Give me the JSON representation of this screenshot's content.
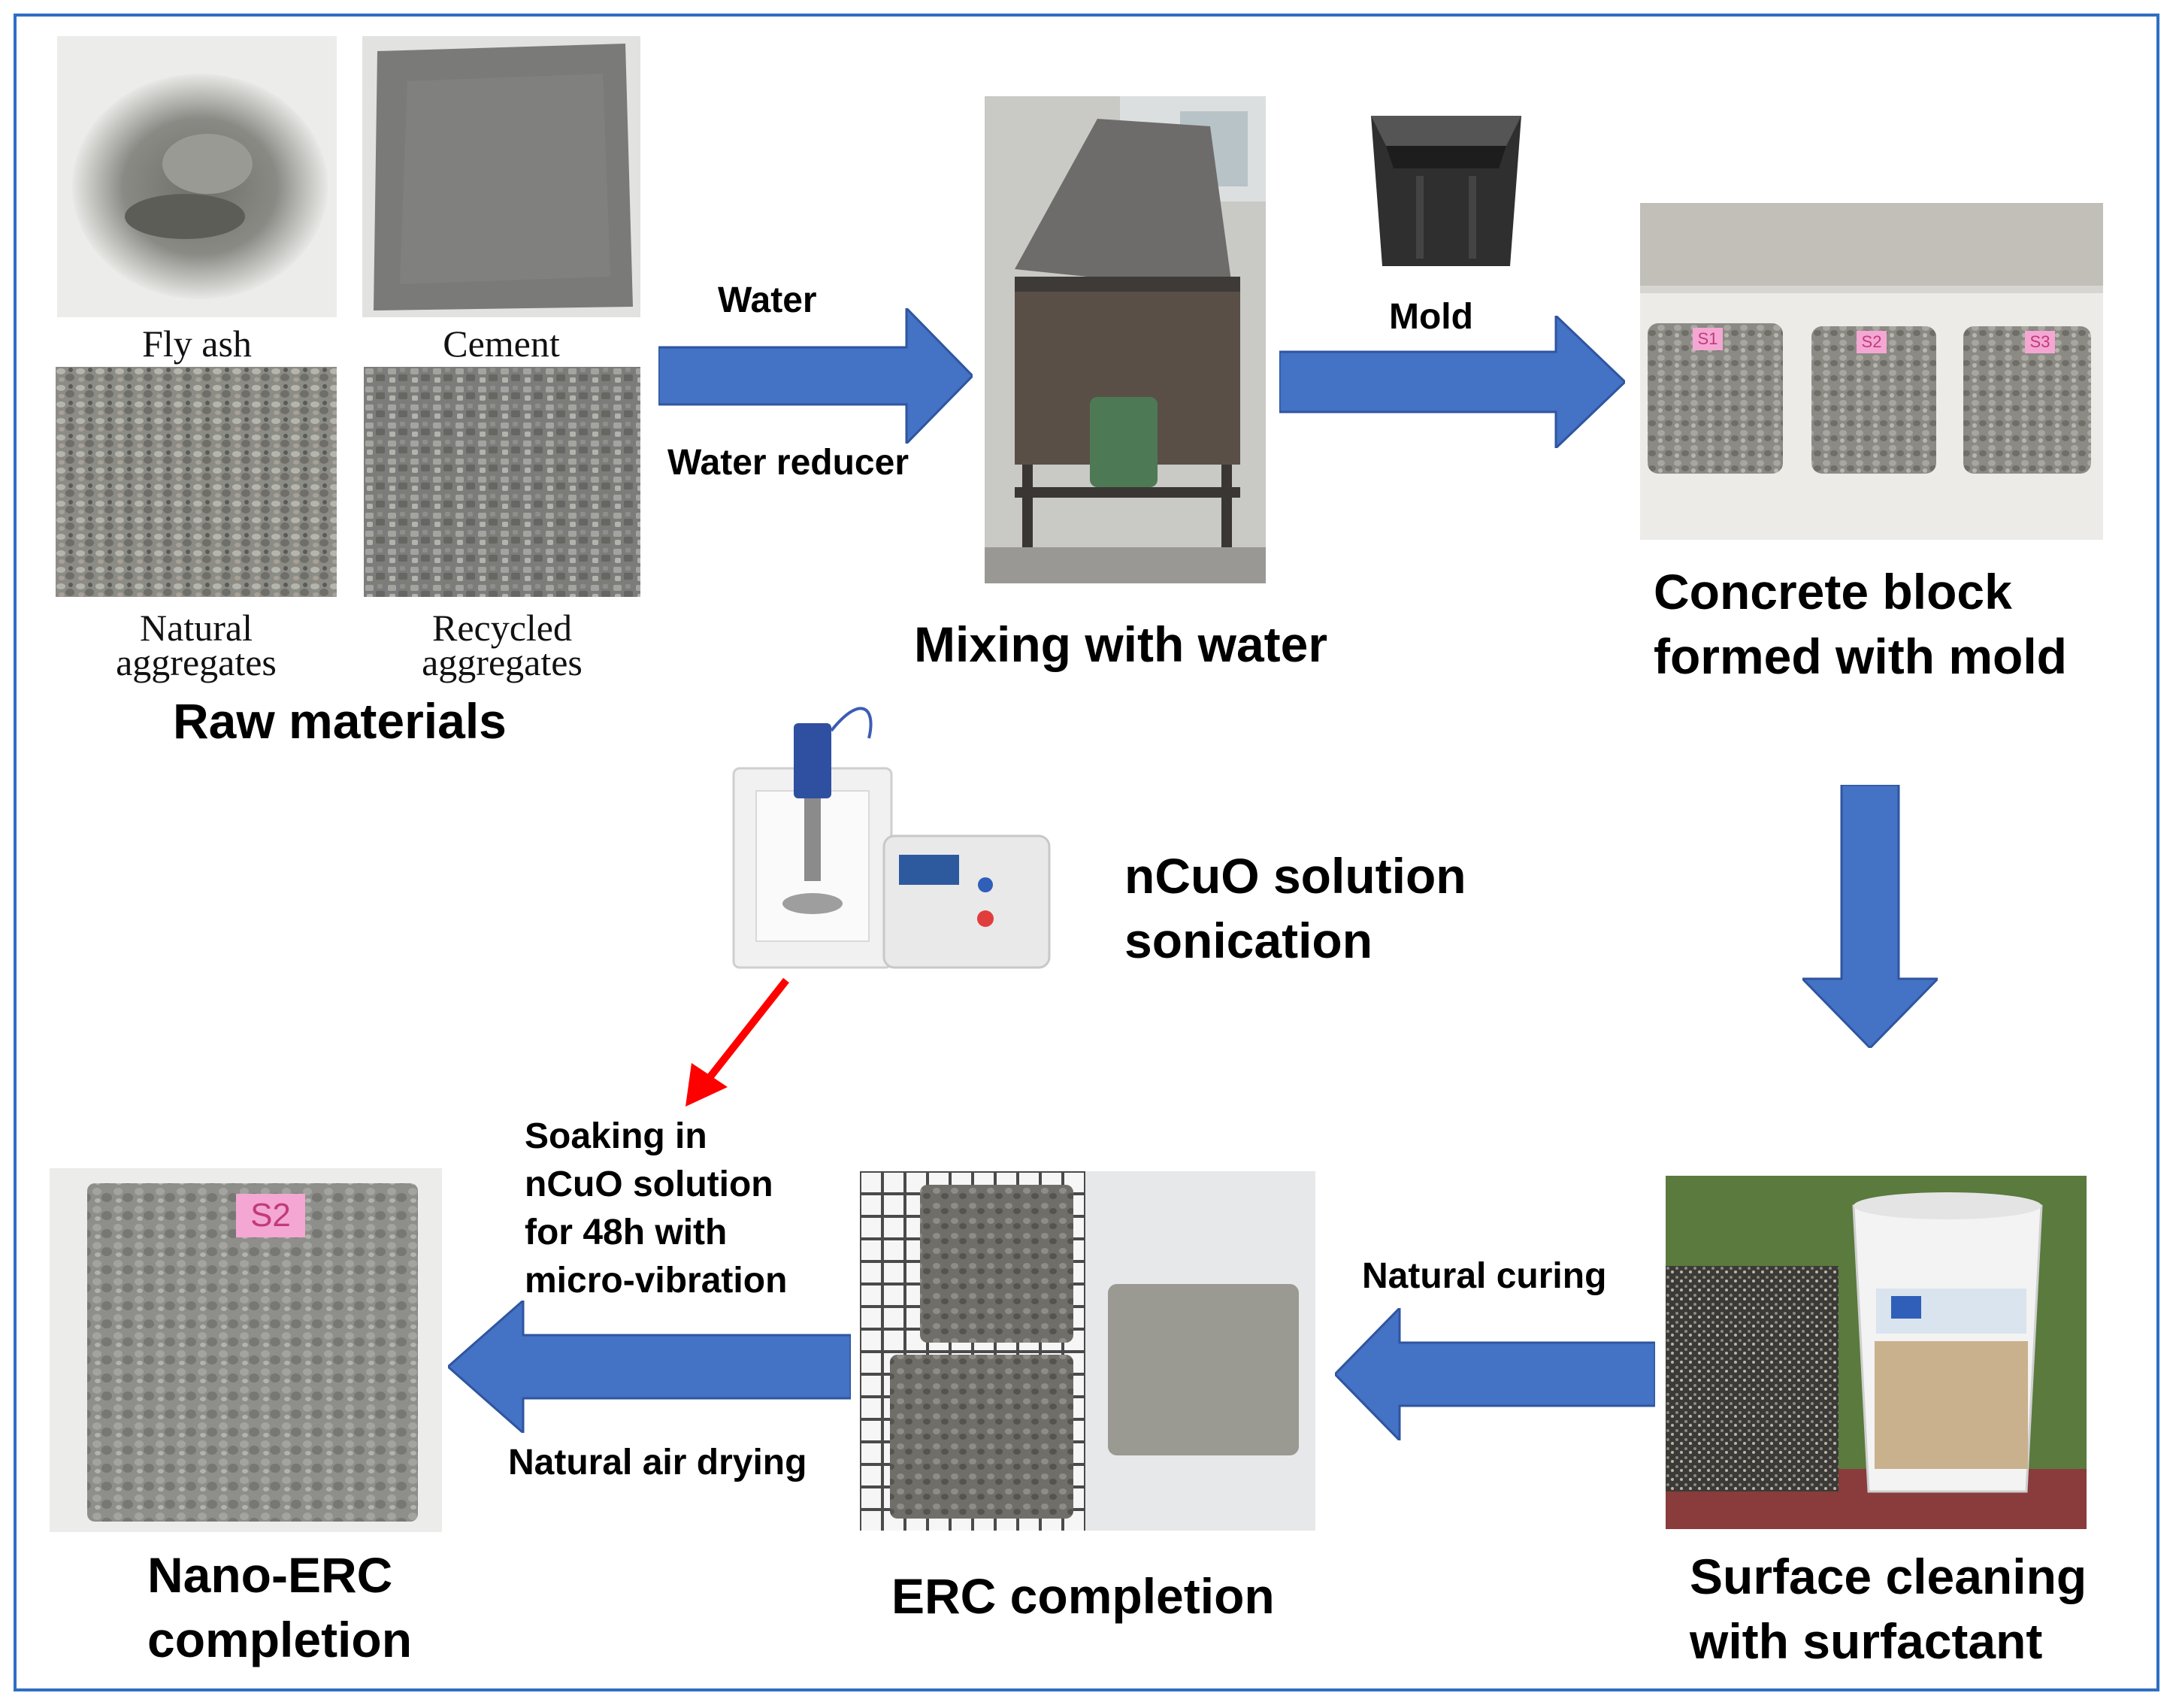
{
  "raw_materials": {
    "title": "Raw materials",
    "fly_ash": "Fly ash",
    "cement": "Cement",
    "natural_line1": "Natural",
    "natural_line2": "aggregates",
    "recycled_line1": "Recycled",
    "recycled_line2": "aggregates"
  },
  "arrow1": {
    "top_label": "Water",
    "bottom_label": "Water reducer"
  },
  "mixing": {
    "title": "Mixing with water"
  },
  "arrow2": {
    "top_label": "Mold"
  },
  "concrete_block": {
    "title_line1": "Concrete block",
    "title_line2": "formed with mold",
    "tags": [
      "S1",
      "S2",
      "S3"
    ]
  },
  "sonication": {
    "title_line1": "nCuO solution",
    "title_line2": "sonication"
  },
  "soaking": {
    "line1": "Soaking in",
    "line2": "nCuO solution",
    "line3": "for 48h with",
    "line4": "micro-vibration"
  },
  "arrow_air": {
    "bottom_label": "Natural air drying"
  },
  "arrow_curing": {
    "top_label": "Natural curing"
  },
  "nano_erc": {
    "title_line1": "Nano-ERC",
    "title_line2": "completion",
    "tag": "S2"
  },
  "erc": {
    "title": "ERC completion"
  },
  "surface": {
    "title_line1": "Surface cleaning",
    "title_line2": "with surfactant"
  },
  "colors": {
    "arrow_blue": "#4472c4",
    "arrow_red": "#ff0000",
    "frame": "#2e6fc4"
  }
}
